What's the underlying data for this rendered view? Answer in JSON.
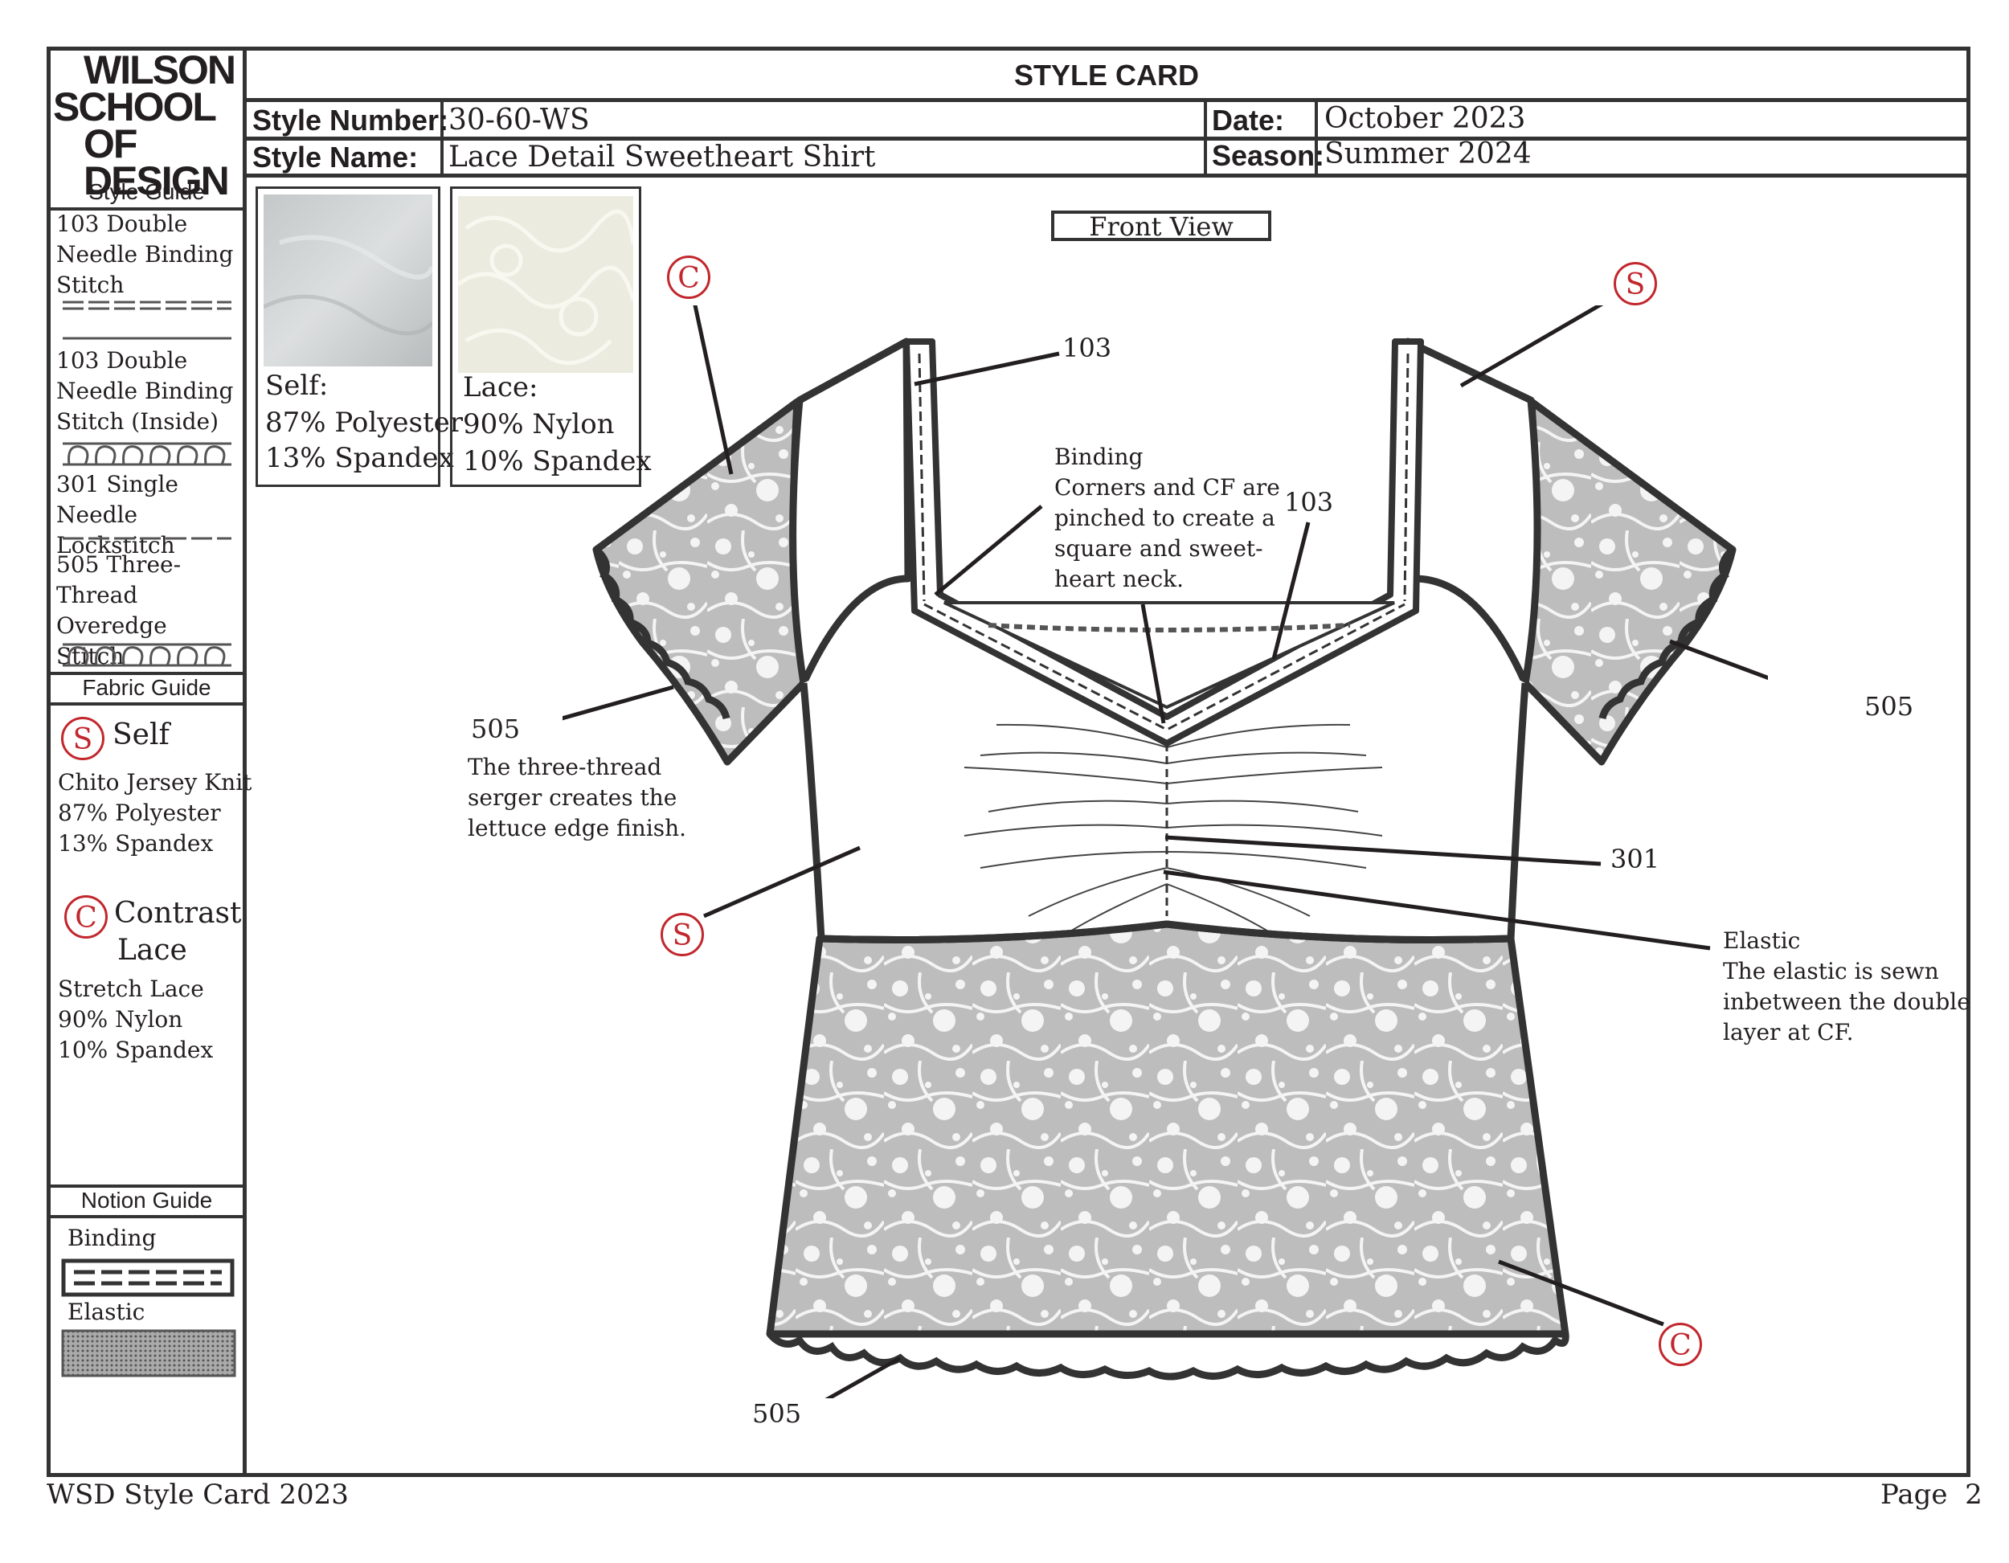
{
  "logo": {
    "line1": "WILSON",
    "line2": "SCHOOL",
    "line3": "OF DESIGN"
  },
  "header": {
    "title": "STYLE CARD",
    "style_number_label": "Style Number:",
    "style_number": "30-60-WS",
    "date_label": "Date:",
    "date": "October 2023",
    "style_name_label": "Style Name:",
    "style_name": "Lace Detail Sweetheart Shirt",
    "season_label": "Season:",
    "season": "Summer 2024"
  },
  "style_guide": {
    "title": "Style Guide",
    "items": [
      {
        "label": "103 Double Needle Binding Stitch"
      },
      {
        "label": "103 Double Needle Binding Stitch (Inside)"
      },
      {
        "label": "301 Single Needle Lockstitch"
      },
      {
        "label": "505 Three-Thread Overedge Stitch"
      }
    ]
  },
  "fabric_guide": {
    "title": "Fabric Guide",
    "self": {
      "symbol": "S",
      "name": "Self",
      "line1": "Chito Jersey Knit",
      "line2": "87% Polyester",
      "line3": "13% Spandex"
    },
    "contrast": {
      "symbol": "C",
      "name1": "Contrast",
      "name2": "Lace",
      "line1": "Stretch Lace",
      "line2": "90% Nylon",
      "line3": "10% Spandex"
    }
  },
  "notion_guide": {
    "title": "Notion Guide",
    "binding": "Binding",
    "elastic": "Elastic"
  },
  "swatches": {
    "self": {
      "label": "Self:",
      "line1": "87% Polyester",
      "line2": "13% Spandex"
    },
    "lace": {
      "label": "Lace:",
      "line1": "90% Nylon",
      "line2": "10% Spandex"
    }
  },
  "view_label": "Front View",
  "callouts": {
    "c_sleeve_left": "C",
    "s_shoulder_right": "S",
    "s_bodice_left": "S",
    "c_hem_right": "C",
    "n103_left": "103",
    "n103_center": "103",
    "n505_left": "505",
    "n505_right": "505",
    "n505_bottom": "505",
    "n301": "301",
    "binding_title": "Binding",
    "binding_l1": "Corners and CF are",
    "binding_l2": "pinched to create a",
    "binding_l3": "square and sweet-",
    "binding_l4": "heart neck.",
    "serger_l1": "The three-thread",
    "serger_l2": "serger creates the",
    "serger_l3": "lettuce edge finish.",
    "elastic_title": "Elastic",
    "elastic_l1": "The elastic is sewn",
    "elastic_l2": "inbetween the double",
    "elastic_l3": "layer at CF."
  },
  "footer": {
    "left": "WSD Style Card 2023",
    "right": "Page  2"
  }
}
